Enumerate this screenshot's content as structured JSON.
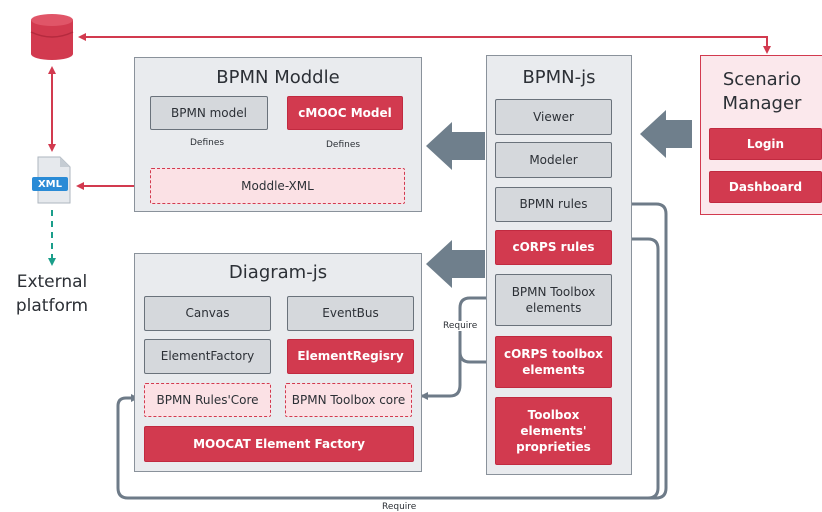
{
  "database": {
    "icon": "database-icon"
  },
  "xml_file": {
    "icon": "xml-file-icon",
    "badge": "XML"
  },
  "external_platform": {
    "line1": "External",
    "line2": "platform"
  },
  "bpmn_moddle": {
    "title": "BPMN Moddle",
    "bpmn_model": "BPMN model",
    "cmooc_model": "cMOOC Model",
    "defines_left": "Defines",
    "defines_right": "Defines",
    "moddle_xml": "Moddle-XML"
  },
  "diagram_js": {
    "title": "Diagram-js",
    "canvas": "Canvas",
    "eventbus": "EventBus",
    "element_factory": "ElementFactory",
    "element_registry": "ElementRegisry",
    "rules_core": "BPMN Rules'Core",
    "toolbox_core": "BPMN Toolbox core",
    "moocat_factory": "MOOCAT Element Factory"
  },
  "bpmn_js": {
    "title": "BPMN-js",
    "viewer": "Viewer",
    "modeler": "Modeler",
    "bpmn_rules": "BPMN rules",
    "corps_rules": "cORPS rules",
    "toolbox_elements_l1": "BPMN Toolbox",
    "toolbox_elements_l2": "elements",
    "corps_toolbox_l1": "cORPS toolbox",
    "corps_toolbox_l2": "elements",
    "toolbox_props_l1": "Toolbox",
    "toolbox_props_l2": "elements'",
    "toolbox_props_l3": "proprieties"
  },
  "scenario_manager": {
    "title_l1": "Scenario",
    "title_l2": "Manager",
    "login": "Login",
    "dashboard": "Dashboard"
  },
  "connectors": {
    "require_middle": "Require",
    "require_bottom": "Require"
  },
  "colors": {
    "accent_red": "#d23a4f",
    "panel_bg": "#e9ebee",
    "connector_gray": "#6e7b88",
    "arrow_gray": "#6f7f8c",
    "defines_blue": "#2a8bd6",
    "external_teal": "#1a9e8a"
  }
}
